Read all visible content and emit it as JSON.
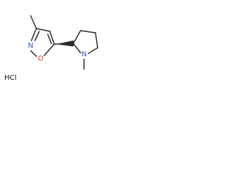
{
  "molecule": {
    "atoms": {
      "isoxazole_nitrogen": "N",
      "isoxazole_oxygen": "O",
      "pyrrolidine_nitrogen": "N"
    },
    "salt": "HCl",
    "colors": {
      "bond": "#2b2b2b",
      "nitrogen": "#2f4fd0",
      "oxygen": "#e0262a",
      "salt_text": "#111111"
    }
  }
}
